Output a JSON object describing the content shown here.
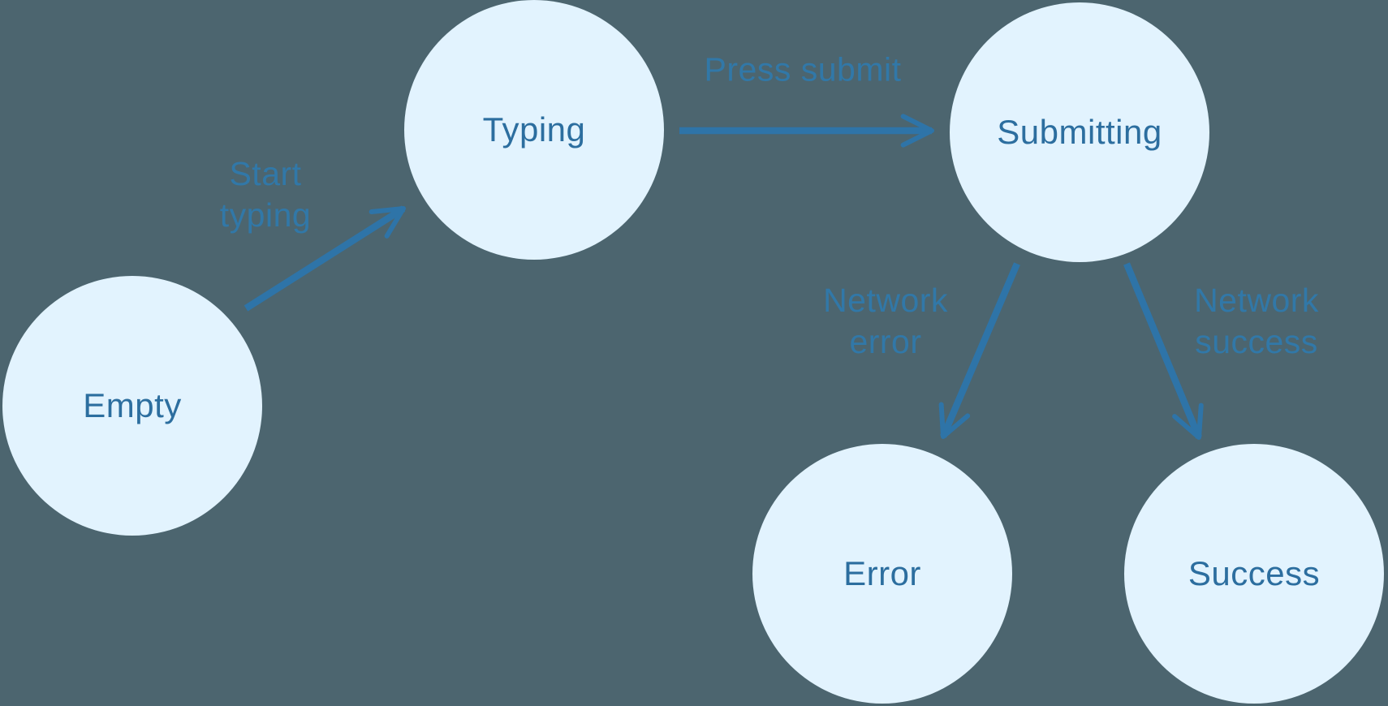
{
  "diagram": {
    "type": "state-machine",
    "nodes": [
      {
        "id": "empty",
        "label": "Empty"
      },
      {
        "id": "typing",
        "label": "Typing"
      },
      {
        "id": "submitting",
        "label": "Submitting"
      },
      {
        "id": "error",
        "label": "Error"
      },
      {
        "id": "success",
        "label": "Success"
      }
    ],
    "edges": [
      {
        "from": "empty",
        "to": "typing",
        "label": "Start typing"
      },
      {
        "from": "typing",
        "to": "submitting",
        "label": "Press submit"
      },
      {
        "from": "submitting",
        "to": "error",
        "label": "Network error"
      },
      {
        "from": "submitting",
        "to": "success",
        "label": "Network success"
      }
    ],
    "colors": {
      "background": "#4C656F",
      "node_fill": "#E2F3FE",
      "node_text": "#2C6E9F",
      "edge_label_text": "#3178A8",
      "arrow": "#2E74A8"
    }
  }
}
